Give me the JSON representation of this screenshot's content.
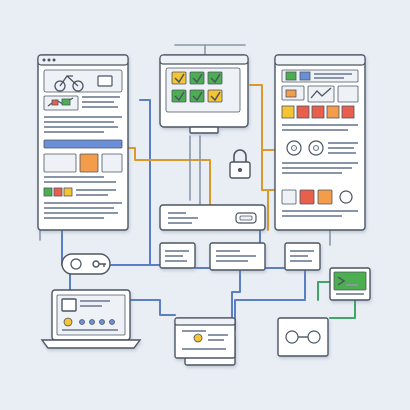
{
  "diagram": {
    "style": "flat line-art system architecture illustration",
    "text_present": false,
    "colors": {
      "background": "#e9eef5",
      "outline": "#4b5563",
      "panel": "#ffffff",
      "panel_header": "#eef2f7",
      "wire_blue": "#5b7fc4",
      "wire_orange": "#d99a2b",
      "wire_green": "#3fa56b",
      "wire_gray": "#8a96a8",
      "accent_green": "#4caf50",
      "accent_yellow": "#f4c430",
      "accent_red": "#e8604c",
      "accent_orange": "#f39c4a",
      "accent_blue": "#6b8fd6"
    },
    "components": [
      {
        "id": "left-tall-panel",
        "kind": "dashboard-window",
        "icons": [
          "bicycle-icon",
          "image-icon",
          "chart-icon"
        ]
      },
      {
        "id": "center-monitor",
        "kind": "monitor",
        "icons": [
          "checkmark-icon"
        ]
      },
      {
        "id": "right-tall-panel",
        "kind": "dashboard-window",
        "icons": [
          "image-icon",
          "line-chart-icon",
          "gear-icon"
        ]
      },
      {
        "id": "center-hub",
        "kind": "router-box",
        "icons": [
          "plug-icon"
        ]
      },
      {
        "id": "padlock",
        "kind": "security-lock",
        "icons": [
          "lock-icon"
        ]
      },
      {
        "id": "small-card-left",
        "kind": "card"
      },
      {
        "id": "small-card-mid",
        "kind": "card"
      },
      {
        "id": "small-card-right",
        "kind": "card"
      },
      {
        "id": "green-box",
        "kind": "terminal-card"
      },
      {
        "id": "laptop",
        "kind": "laptop",
        "icons": [
          "lightbulb-icon"
        ]
      },
      {
        "id": "bottom-center-panel",
        "kind": "stacked-windows"
      },
      {
        "id": "bottom-right-panel",
        "kind": "network-card",
        "icons": [
          "node-icon"
        ]
      },
      {
        "id": "left-connector",
        "kind": "connector-bar",
        "icons": [
          "key-icon"
        ]
      }
    ]
  }
}
